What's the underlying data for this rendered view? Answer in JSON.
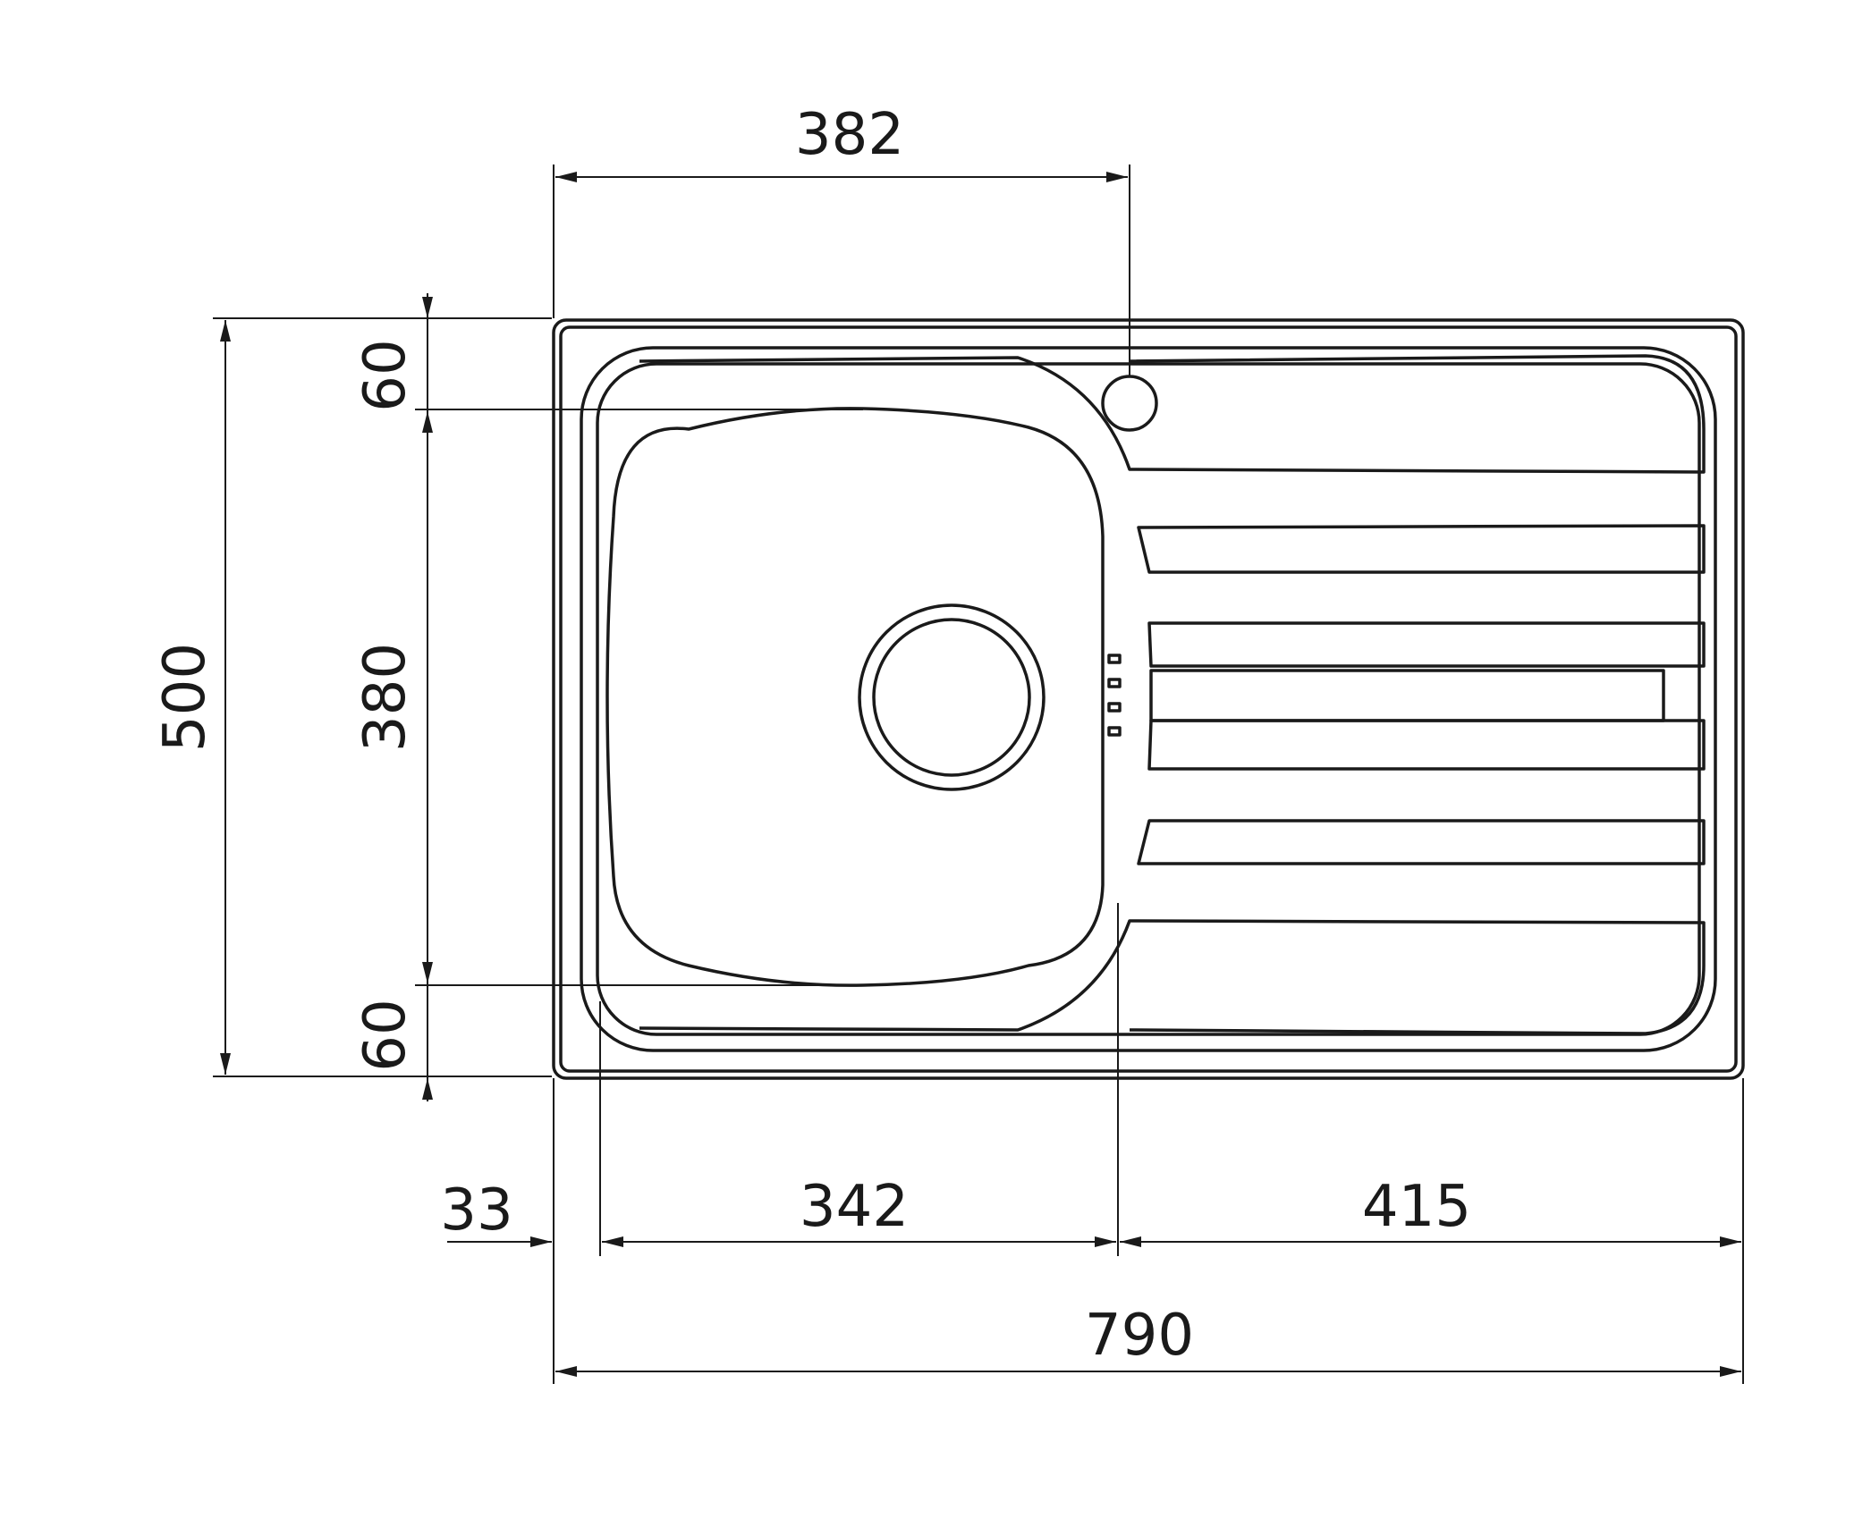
{
  "drawing": {
    "subject": "sink-technical-drawing",
    "dimensions": {
      "top_tap_offset": "382",
      "overall_height": "500",
      "top_margin": "60",
      "bowl_height": "380",
      "bottom_margin": "60",
      "left_offset": "33",
      "bowl_width": "342",
      "drainer_width": "415",
      "overall_width": "790"
    },
    "line_color": "#1a1a1a",
    "background_color": "#ffffff"
  }
}
